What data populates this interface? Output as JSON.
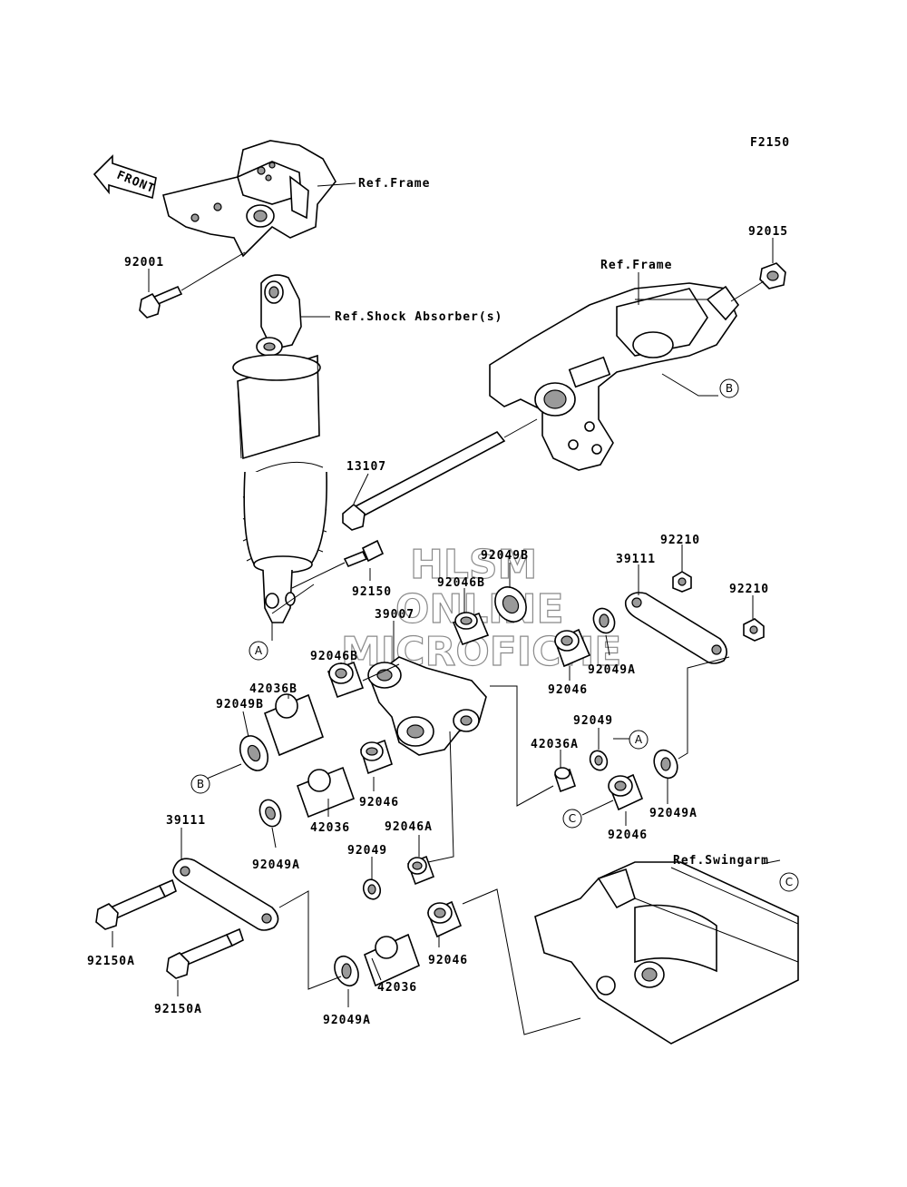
{
  "diagram": {
    "code": "F2150",
    "front_label": "FRONT",
    "refs": {
      "frame_top": "Ref.Frame",
      "frame_right": "Ref.Frame",
      "shock": "Ref.Shock Absorber(s)",
      "swingarm": "Ref.Swingarm"
    },
    "watermark": [
      "HLSM",
      "ONLINE",
      "MICROFICHE"
    ],
    "parts": {
      "p92001": "92001",
      "p92015": "92015",
      "p13107": "13107",
      "p92150": "92150",
      "p92049B_top": "92049B",
      "p92046B_top": "92046B",
      "p39007": "39007",
      "p92046B_left": "92046B",
      "p42036B": "42036B",
      "p92049B_left": "92049B",
      "p39111_right": "39111",
      "p92210_a": "92210",
      "p92210_b": "92210",
      "p92049A_r1": "92049A",
      "p92046_r1": "92046",
      "p92049_r": "92049",
      "p42036A": "42036A",
      "p92049A_r2": "92049A",
      "p92046_r2": "92046",
      "p92046_mid": "92046",
      "p42036_mid": "42036",
      "p92049A_mid": "92049A",
      "p92046A": "92046A",
      "p92049_mid": "92049",
      "p39111_left": "39111",
      "p92150A_a": "92150A",
      "p92150A_b": "92150A",
      "p92046_low": "92046",
      "p42036_low": "42036",
      "p92049A_low": "92049A"
    },
    "callouts": {
      "A1": "A",
      "A2": "A",
      "B1": "B",
      "B2": "B",
      "C1": "C",
      "C2": "C"
    }
  }
}
